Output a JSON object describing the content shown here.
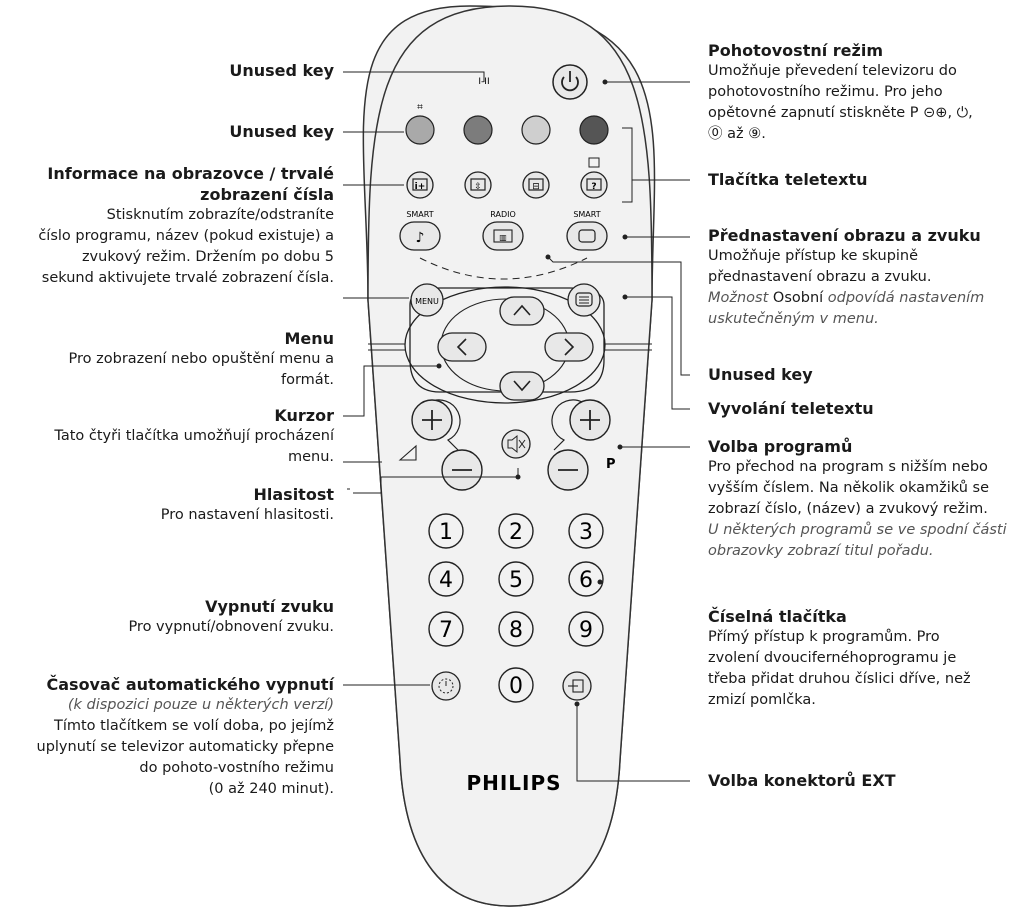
{
  "brand": "PHILIPS",
  "button_marks": {
    "dual_sound": "I-II",
    "smart_sound": "SMART",
    "radio": "RADIO",
    "smart_picture": "SMART",
    "menu": "MENU",
    "program": "P",
    "digits": [
      "1",
      "2",
      "3",
      "4",
      "5",
      "6",
      "7",
      "8",
      "9",
      "0"
    ]
  },
  "labels": {
    "unused_key_top": {
      "title": "Unused key"
    },
    "unused_key_colors": {
      "title": "Unused key"
    },
    "osd": {
      "title_line1": "Informace na obrazovce / trvalé",
      "title_line2": "zobrazení čísla",
      "lines": [
        "Stisknutím zobrazíte/odstraníte",
        "číslo programu, název (pokud existuje) a",
        "zvukový režim. Držením po dobu 5",
        "sekund aktivujete trvalé zobrazení čísla."
      ]
    },
    "menu": {
      "title": "Menu",
      "lines": [
        "Pro zobrazení nebo opuštění menu a",
        "formát."
      ]
    },
    "cursor": {
      "title": "Kurzor",
      "lines": [
        "Tato čtyři tlačítka umožňují procházení",
        "menu."
      ]
    },
    "volume": {
      "title": "Hlasitost",
      "lines": [
        "Pro nastavení hlasitosti."
      ]
    },
    "mute": {
      "title": "Vypnutí zvuku",
      "lines": [
        "Pro vypnutí/obnovení zvuku."
      ]
    },
    "sleep": {
      "title": "Časovač automatického vypnutí",
      "italic": "(k dispozici pouze u některých verzí)",
      "lines": [
        "Tímto tlačítkem se volí doba, po jejímž",
        "uplynutí se televizor automaticky přepne",
        "do pohoto-vostního režimu",
        "(0 až 240 minut)."
      ]
    },
    "standby": {
      "title": "Pohotovostní režim",
      "lines": [
        "Umožňuje převedení televizoru do",
        "pohotovostního režimu. Pro jeho",
        "opětovné zapnutí stiskněte P ⊝⊕, ⏻,",
        "⓪ až ⑨."
      ]
    },
    "teletext_buttons": {
      "title": "Tlačítka teletextu"
    },
    "presets": {
      "title": "Přednastavení obrazu a zvuku",
      "lines": [
        "Umožňuje přístup ke skupině",
        "přednastavení obrazu a zvuku."
      ],
      "note_prefix": "Možnost ",
      "note_bold": "Osobní",
      "note_suffix": " odpovídá nastavením",
      "note_line2": "uskutečněným v menu."
    },
    "unused_key_right": {
      "title": "Unused key"
    },
    "teletext_call": {
      "title": "Vyvolání teletextu"
    },
    "program_select": {
      "title": "Volba programů",
      "lines": [
        "Pro přechod na program s nižším nebo",
        "vyšším číslem. Na několik okamžiků se",
        "zobrazí číslo, (název) a zvukový režim."
      ],
      "italic_lines": [
        "U některých programů se ve spodní části",
        "obrazovky zobrazí titul pořadu."
      ]
    },
    "digits": {
      "title": "Číselná tlačítka",
      "lines": [
        "Přímý přístup k programům. Pro",
        "zvolení dvoucifernéhoprogramu je",
        "třeba přidat druhou číslici dříve, než",
        "zmizí pomlčka."
      ]
    },
    "ext": {
      "title": "Volba konektorů EXT"
    }
  },
  "colors": {
    "button_fill": "#e8e8e8",
    "body_fill": "#f2f2f2",
    "color_key_1": "#a9a9a9",
    "color_key_2": "#7c7c7c",
    "color_key_3": "#cfcfcf",
    "color_key_4": "#555555"
  }
}
